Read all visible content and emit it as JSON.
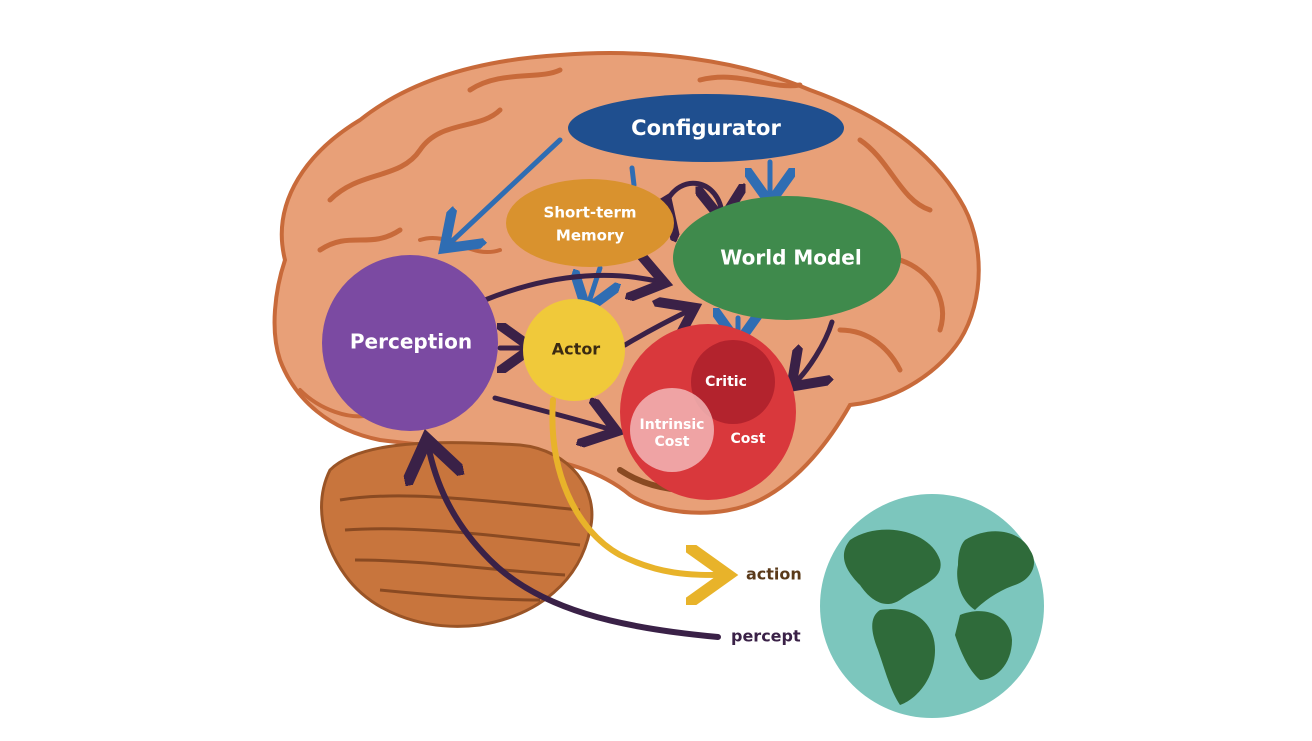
{
  "modules": {
    "configurator": "Configurator",
    "short_term_memory": [
      "Short-term",
      "Memory"
    ],
    "world_model": "World Model",
    "perception": "Perception",
    "actor": "Actor",
    "critic": "Critic",
    "intrinsic_cost": [
      "Intrinsic",
      "Cost"
    ],
    "cost": "Cost"
  },
  "io": {
    "action": "action",
    "percept": "percept"
  },
  "colors": {
    "configurator": "#1f4f8f",
    "short_term_memory": "#d9922e",
    "world_model": "#3f8a4c",
    "perception": "#7b4aa2",
    "actor": "#f0c93a",
    "cost": "#d9383c",
    "critic": "#b3232d",
    "intrinsic_cost": "#f2b6b6",
    "brain": "#e8a078",
    "cerebellum": "#c8753d",
    "earth_ocean": "#7cc6bd",
    "earth_land": "#2f6b3a",
    "blue_arrow": "#2f6db3",
    "dark_arrow": "#3a2147",
    "yellow_arrow": "#e8b32a"
  }
}
